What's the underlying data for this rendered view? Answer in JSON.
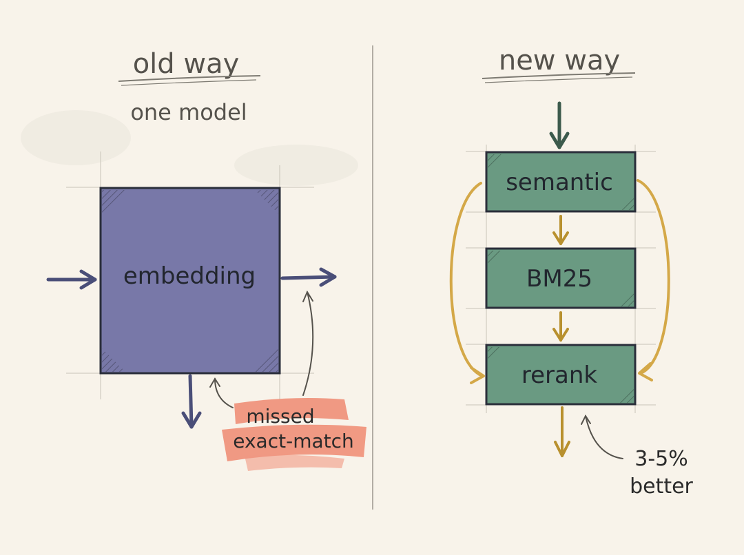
{
  "left_panel": {
    "title": "old way",
    "subtitle": "one model",
    "box_label": "embedding",
    "annotation_line1": "missed",
    "annotation_line2": "exact-match"
  },
  "right_panel": {
    "title": "new way",
    "stages": [
      {
        "label": "semantic"
      },
      {
        "label": "BM25"
      },
      {
        "label": "rerank"
      }
    ],
    "annotation_line1": "3-5%",
    "annotation_line2": "better"
  },
  "colors": {
    "background": "#f8f3ea",
    "embedding_box": "#7878a8",
    "stage_box": "#6a9a82",
    "skip_arrows": "#d4a848",
    "flow_arrows": "#b8902e",
    "highlight": "#f09078",
    "ink": "#2a2e3a"
  }
}
